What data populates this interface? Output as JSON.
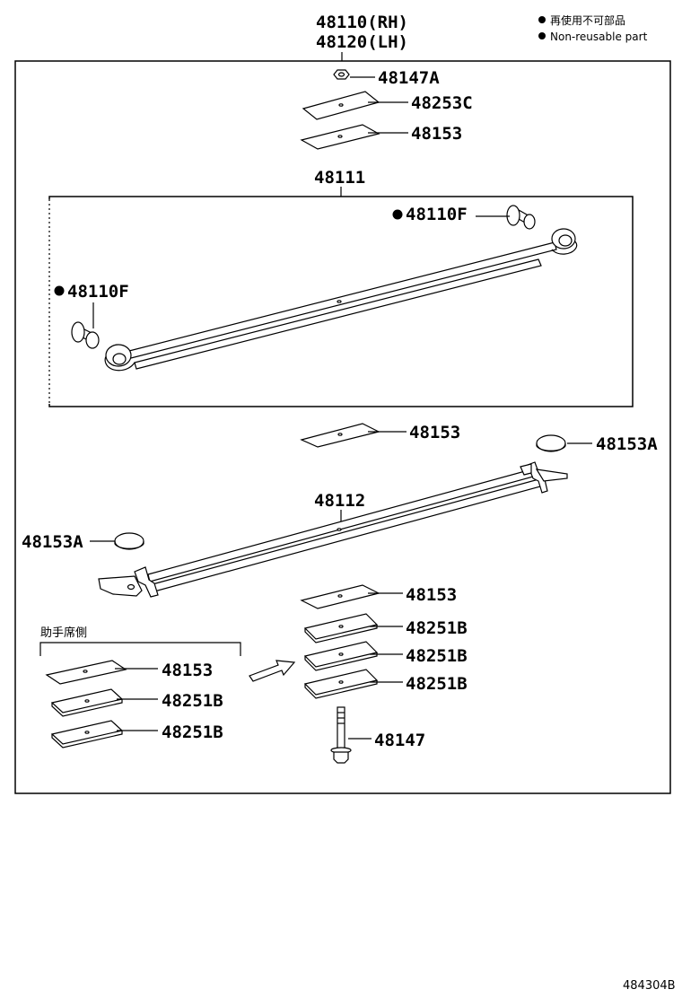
{
  "header": {
    "assembly_rh": "48110(RH)",
    "assembly_lh": "48120(LH)"
  },
  "legend": {
    "non_reusable_jp": "再使用不可部品",
    "non_reusable_en": "Non-reusable part"
  },
  "labels": {
    "nut": "48147A",
    "plate_top": "48253C",
    "pad_top": "48153",
    "leaf_assembly": "48111",
    "bushing_right": "48110F",
    "bushing_left": "48110F",
    "pad_middle": "48153",
    "clip_right": "48153A",
    "leaf_lower": "48112",
    "clip_left": "48153A",
    "pad_lower": "48153",
    "spacer_1": "48251B",
    "spacer_2": "48251B",
    "spacer_3": "48251B",
    "bolt": "48147"
  },
  "passenger_side": {
    "title": "助手席側",
    "pad": "48153",
    "spacer_1": "48251B",
    "spacer_2": "48251B"
  },
  "figure_ref": "484304B"
}
